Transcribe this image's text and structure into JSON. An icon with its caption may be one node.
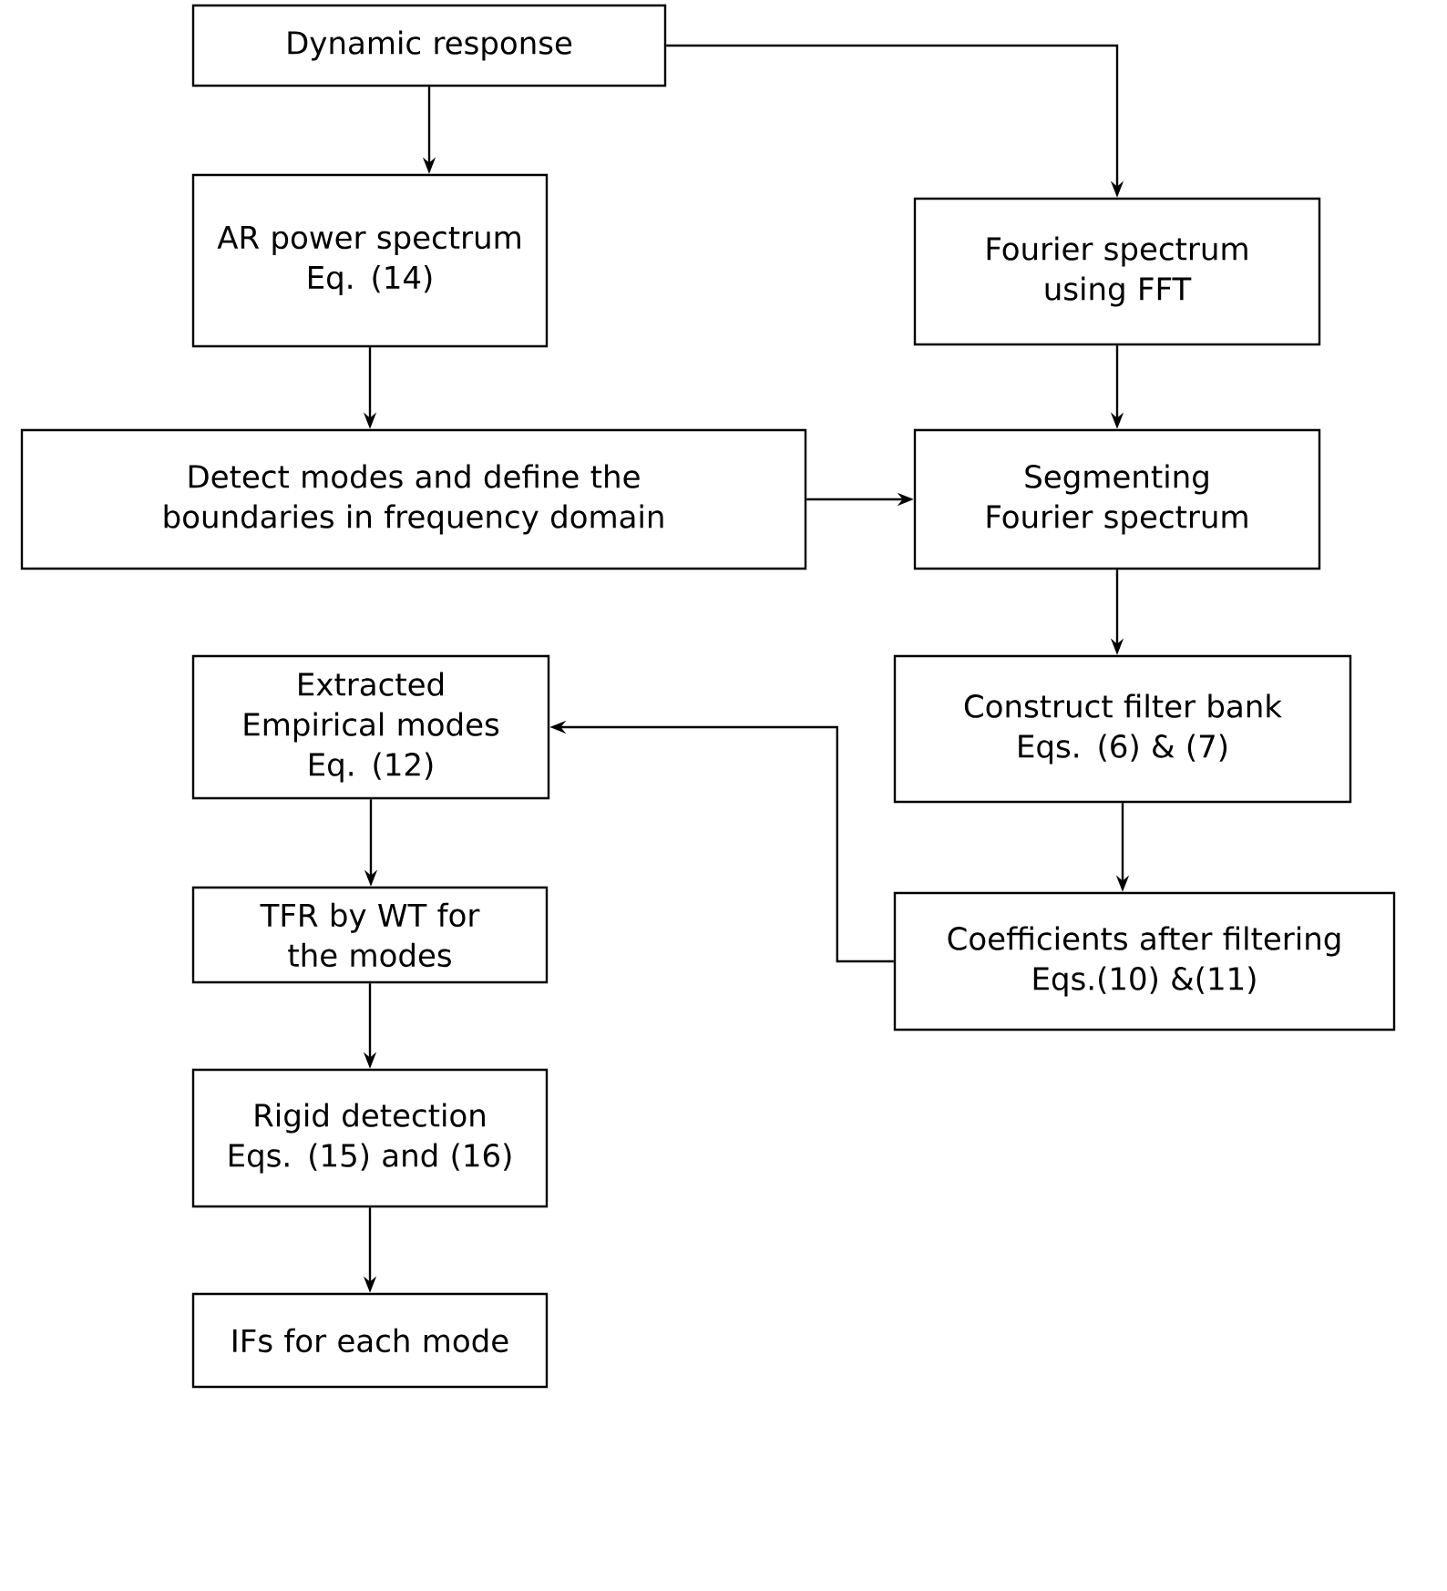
{
  "diagram": {
    "nodes": [
      {
        "text": [
          "Dynamic response"
        ]
      },
      {
        "text": [
          "AR power spectrum",
          "Eq. (14)"
        ]
      },
      {
        "text": [
          "Fourier spectrum using FFT"
        ]
      },
      {
        "text": [
          "Detect modes and define the boundaries in frequency domain"
        ]
      },
      {
        "text": [
          "Segmenting Fourier spectrum"
        ]
      },
      {
        "text": [
          "Extracted Empirical modes",
          "Eq. (12)"
        ]
      },
      {
        "text": [
          "Construct filter bank",
          "Eqs. (6) & (7)"
        ]
      },
      {
        "text": [
          "Coefficients after filtering",
          "Eqs.(10) &(11)"
        ]
      },
      {
        "text": [
          "TFR by WT for the modes"
        ]
      },
      {
        "text": [
          "Rigid detection",
          "Eqs. (15) and (16)"
        ]
      },
      {
        "text": [
          "IFs for each mode"
        ]
      }
    ],
    "edges": [
      {
        "from": 0,
        "to": 1,
        "arrow": "to"
      },
      {
        "from": 0,
        "to": 2,
        "arrow": "to"
      },
      {
        "from": 1,
        "to": 3,
        "arrow": "to"
      },
      {
        "from": 2,
        "to": 4,
        "arrow": "to"
      },
      {
        "from": 3,
        "to": 4,
        "arrow": "to"
      },
      {
        "from": 4,
        "to": 6,
        "arrow": "to"
      },
      {
        "from": 6,
        "to": 7,
        "arrow": "to"
      },
      {
        "from": 7,
        "to": 5,
        "arrow": "to"
      },
      {
        "from": 5,
        "to": 8,
        "arrow": "to"
      },
      {
        "from": 8,
        "to": 9,
        "arrow": "to"
      },
      {
        "from": 9,
        "to": 10,
        "arrow": "to"
      }
    ]
  }
}
